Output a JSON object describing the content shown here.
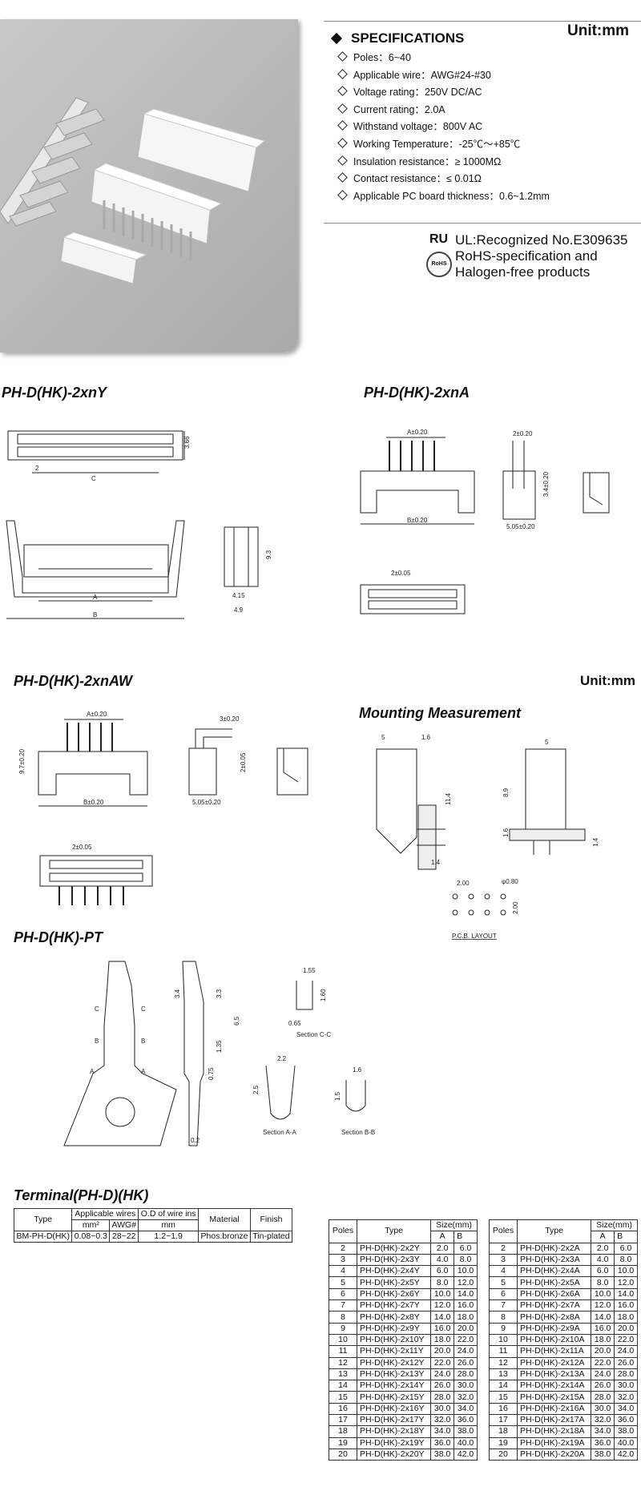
{
  "header": {
    "unit": "Unit:mm",
    "spec_title": "SPECIFICATIONS",
    "specs": [
      "Poles：6~40",
      "Applicable wire：AWG#24-#30",
      "Voltage rating：250V DC/AC",
      "Current rating：2.0A",
      "Withstand voltage：800V AC",
      "Working Temperature：-25℃～+85℃",
      "Insulation resistance：≥ 1000MΩ",
      "Contact resistance：≤ 0.01Ω",
      "Applicable PC board thickness：0.6~1.2mm"
    ],
    "cert_ul": "UL:Recognized No.E309635",
    "cert_rohs_1": "RoHS-specification and",
    "cert_rohs_2": "Halogen-free products",
    "ul_mark": "RU",
    "rohs_mark": "RoHS"
  },
  "sections": {
    "y_title": "PH-D(HK)-2xnY",
    "a_title": "PH-D(HK)-2xnA",
    "aw_title": "PH-D(HK)-2xnAW",
    "aw_unit": "Unit:mm",
    "mount_title": "Mounting Measurement",
    "pt_title": "PH-D(HK)-PT",
    "terminal_title": "Terminal(PH-D)(HK)"
  },
  "labels": {
    "y": {
      "h": "3.66",
      "two": "2",
      "c": "C",
      "a": "A",
      "b": "B",
      "h93": "9.3",
      "w415": "4.15",
      "w49": "4.9"
    },
    "a": {
      "a": "A±0.20",
      "b": "B±0.20",
      "two": "2±0.20",
      "h34": "3.4±0.20",
      "w505": "5.05±0.20",
      "p": "2±0.05"
    },
    "aw": {
      "a": "A±0.20",
      "b": "B±0.20",
      "h97": "9.7±0.20",
      "three": "3±0.20",
      "two": "2±0.05",
      "w505": "5.05±0.20",
      "p": "2±0.05"
    },
    "mount": {
      "five_a": "5",
      "one6": "1.6",
      "h114": "11.4",
      "w14": "1.4",
      "five_b": "5",
      "h89": "8.9",
      "h16": "1.6",
      "h14b": "1.4",
      "p200a": "2.00",
      "dia": "φ0.80",
      "p200b": "2.00",
      "pcb": "P.C.B. LAYOUT"
    },
    "pt": {
      "c": "C",
      "b": "B",
      "a": "A",
      "h34": "3.4",
      "h33": "3.3",
      "h65": "6.5",
      "h135": "1.35",
      "h075": "0.75",
      "w02": "0.2",
      "w155": "1.55",
      "h160": "1.60",
      "w065": "0.65",
      "sec_cc": "Section C-C",
      "w22": "2.2",
      "h25": "2.5",
      "sec_aa": "Section A-A",
      "w16": "1.6",
      "h15": "1.5",
      "sec_bb": "Section B-B"
    }
  },
  "terminal_table": {
    "headers": {
      "type": "Type",
      "applicable_wires": "Applicable wires",
      "od": "O.D of wire ins",
      "material": "Material",
      "finish": "Finish",
      "mm2": "mm²",
      "awg": "AWG#",
      "mm": "mm"
    },
    "row": {
      "type": "BM-PH-D(HK)",
      "mm2": "0.08~0.3",
      "awg": "28~22",
      "od": "1.2~1.9",
      "material": "Phos.bronze",
      "finish": "Tin-plated"
    }
  },
  "size_tables": {
    "headers": {
      "poles": "Poles",
      "type": "Type",
      "size": "Size(mm)",
      "a": "A",
      "b": "B"
    },
    "y_rows": [
      [
        "2",
        "PH-D(HK)-2x2Y",
        "2.0",
        "6.0"
      ],
      [
        "3",
        "PH-D(HK)-2x3Y",
        "4.0",
        "8.0"
      ],
      [
        "4",
        "PH-D(HK)-2x4Y",
        "6.0",
        "10.0"
      ],
      [
        "5",
        "PH-D(HK)-2x5Y",
        "8.0",
        "12.0"
      ],
      [
        "6",
        "PH-D(HK)-2x6Y",
        "10.0",
        "14.0"
      ],
      [
        "7",
        "PH-D(HK)-2x7Y",
        "12.0",
        "16.0"
      ],
      [
        "8",
        "PH-D(HK)-2x8Y",
        "14.0",
        "18.0"
      ],
      [
        "9",
        "PH-D(HK)-2x9Y",
        "16.0",
        "20.0"
      ],
      [
        "10",
        "PH-D(HK)-2x10Y",
        "18.0",
        "22.0"
      ],
      [
        "11",
        "PH-D(HK)-2x11Y",
        "20.0",
        "24.0"
      ],
      [
        "12",
        "PH-D(HK)-2x12Y",
        "22.0",
        "26.0"
      ],
      [
        "13",
        "PH-D(HK)-2x13Y",
        "24.0",
        "28.0"
      ],
      [
        "14",
        "PH-D(HK)-2x14Y",
        "26.0",
        "30.0"
      ],
      [
        "15",
        "PH-D(HK)-2x15Y",
        "28.0",
        "32.0"
      ],
      [
        "16",
        "PH-D(HK)-2x16Y",
        "30.0",
        "34.0"
      ],
      [
        "17",
        "PH-D(HK)-2x17Y",
        "32.0",
        "36.0"
      ],
      [
        "18",
        "PH-D(HK)-2x18Y",
        "34.0",
        "38.0"
      ],
      [
        "19",
        "PH-D(HK)-2x19Y",
        "36.0",
        "40.0"
      ],
      [
        "20",
        "PH-D(HK)-2x20Y",
        "38.0",
        "42.0"
      ]
    ],
    "a_rows": [
      [
        "2",
        "PH-D(HK)-2x2A",
        "2.0",
        "6.0"
      ],
      [
        "3",
        "PH-D(HK)-2x3A",
        "4.0",
        "8.0"
      ],
      [
        "4",
        "PH-D(HK)-2x4A",
        "6.0",
        "10.0"
      ],
      [
        "5",
        "PH-D(HK)-2x5A",
        "8.0",
        "12.0"
      ],
      [
        "6",
        "PH-D(HK)-2x6A",
        "10.0",
        "14.0"
      ],
      [
        "7",
        "PH-D(HK)-2x7A",
        "12.0",
        "16.0"
      ],
      [
        "8",
        "PH-D(HK)-2x8A",
        "14.0",
        "18.0"
      ],
      [
        "9",
        "PH-D(HK)-2x9A",
        "16.0",
        "20.0"
      ],
      [
        "10",
        "PH-D(HK)-2x10A",
        "18.0",
        "22.0"
      ],
      [
        "11",
        "PH-D(HK)-2x11A",
        "20.0",
        "24.0"
      ],
      [
        "12",
        "PH-D(HK)-2x12A",
        "22.0",
        "26.0"
      ],
      [
        "13",
        "PH-D(HK)-2x13A",
        "24.0",
        "28.0"
      ],
      [
        "14",
        "PH-D(HK)-2x14A",
        "26.0",
        "30.0"
      ],
      [
        "15",
        "PH-D(HK)-2x15A",
        "28.0",
        "32.0"
      ],
      [
        "16",
        "PH-D(HK)-2x16A",
        "30.0",
        "34.0"
      ],
      [
        "17",
        "PH-D(HK)-2x17A",
        "32.0",
        "36.0"
      ],
      [
        "18",
        "PH-D(HK)-2x18A",
        "34.0",
        "38.0"
      ],
      [
        "19",
        "PH-D(HK)-2x19A",
        "36.0",
        "40.0"
      ],
      [
        "20",
        "PH-D(HK)-2x20A",
        "38.0",
        "42.0"
      ]
    ]
  }
}
